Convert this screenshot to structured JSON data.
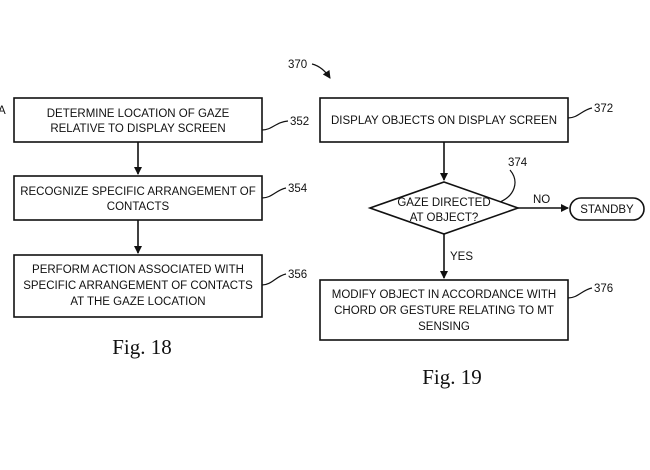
{
  "fig18": {
    "caption": "Fig. 18",
    "step1": {
      "line1": "DETERMINE LOCATION OF GAZE",
      "line2": "RELATIVE TO DISPLAY SCREEN",
      "ref": "352"
    },
    "step2": {
      "line1": "RECOGNIZE SPECIFIC ARRANGEMENT OF",
      "line2": "CONTACTS",
      "ref": "354"
    },
    "step3": {
      "line1": "PERFORM ACTION ASSOCIATED WITH",
      "line2": "SPECIFIC ARRANGEMENT OF CONTACTS",
      "line3": "AT THE GAZE LOCATION",
      "ref": "356"
    },
    "edge_mark": "A"
  },
  "fig19": {
    "caption": "Fig. 19",
    "ref": "370",
    "step1": {
      "text": "DISPLAY OBJECTS ON DISPLAY SCREEN",
      "ref": "372"
    },
    "decision": {
      "line1": "GAZE DIRECTED",
      "line2": "AT OBJECT?",
      "ref": "374",
      "no_label": "NO",
      "yes_label": "YES"
    },
    "standby": {
      "text": "STANDBY"
    },
    "step2": {
      "line1": "MODIFY OBJECT IN ACCORDANCE WITH",
      "line2": "CHORD OR GESTURE RELATING TO MT",
      "line3": "SENSING",
      "ref": "376"
    }
  }
}
